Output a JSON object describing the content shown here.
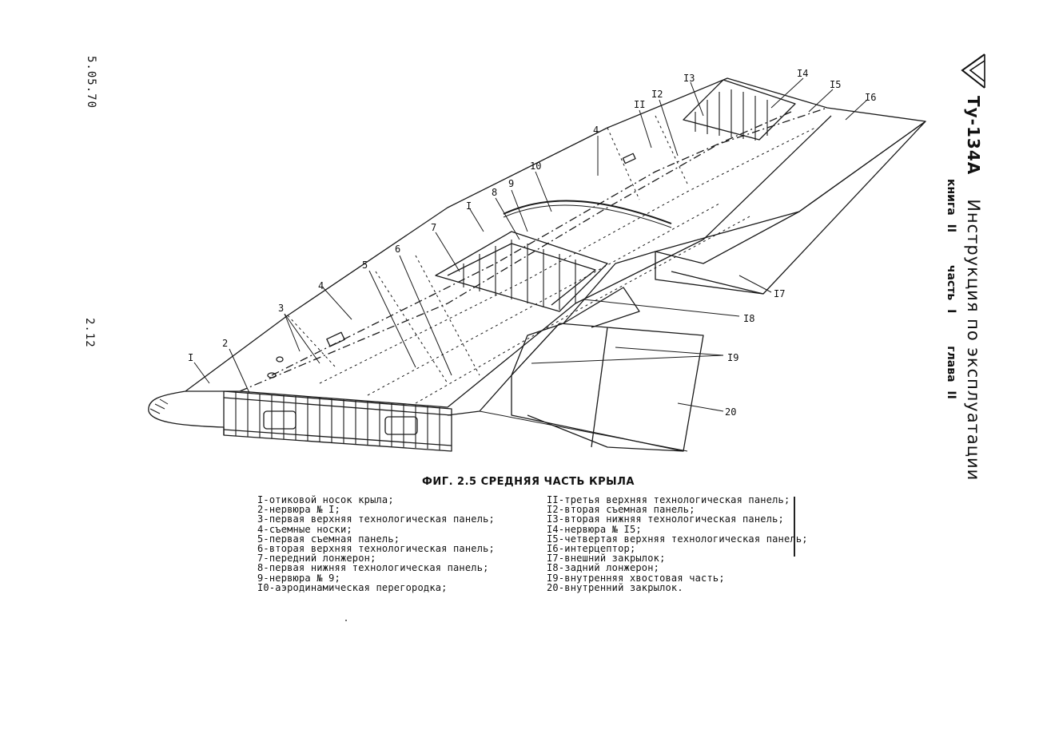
{
  "margin_left": {
    "date": "5.05.70",
    "page_number": "2.12"
  },
  "header": {
    "model": "Ту-134А",
    "title": "Инструкция по эксплуатации",
    "book": "книга II",
    "part": "часть I",
    "chapter": "глава II"
  },
  "figure": {
    "caption": "ФИГ. 2.5 СРЕДНЯЯ ЧАСТЬ КРЫЛА",
    "callouts": [
      "I",
      "2",
      "3",
      "4",
      "5",
      "6",
      "7",
      "8",
      "9",
      "10",
      "II",
      "I2",
      "I3",
      "I4",
      "I5",
      "I6",
      "I7",
      "I8",
      "I9",
      "20"
    ]
  },
  "legend": {
    "left": [
      "I-отиковой носок крыла;",
      "2-нервюра № I;",
      "3-первая верхняя технологическая панель;",
      "4-съемные носки;",
      "5-первая съемная панель;",
      "6-вторая верхняя технологическая панель;",
      "7-передний лонжерон;",
      "8-первая нижняя технологическая панель;",
      "9-нервюра № 9;",
      "I0-аэродинамическая перегородка;"
    ],
    "right": [
      "II-третья верхняя технологическая панель;",
      "I2-вторая съемная панель;",
      "I3-вторая нижняя технологическая панель;",
      "I4-нервюра № I5;",
      "I5-четвертая верхняя технологическая панель;",
      "I6-интерцептор;",
      "I7-внешний закрылок;",
      "I8-задний лонжерон;",
      "I9-внутренняя хвостовая часть;",
      "20-внутренний закрылок."
    ]
  }
}
